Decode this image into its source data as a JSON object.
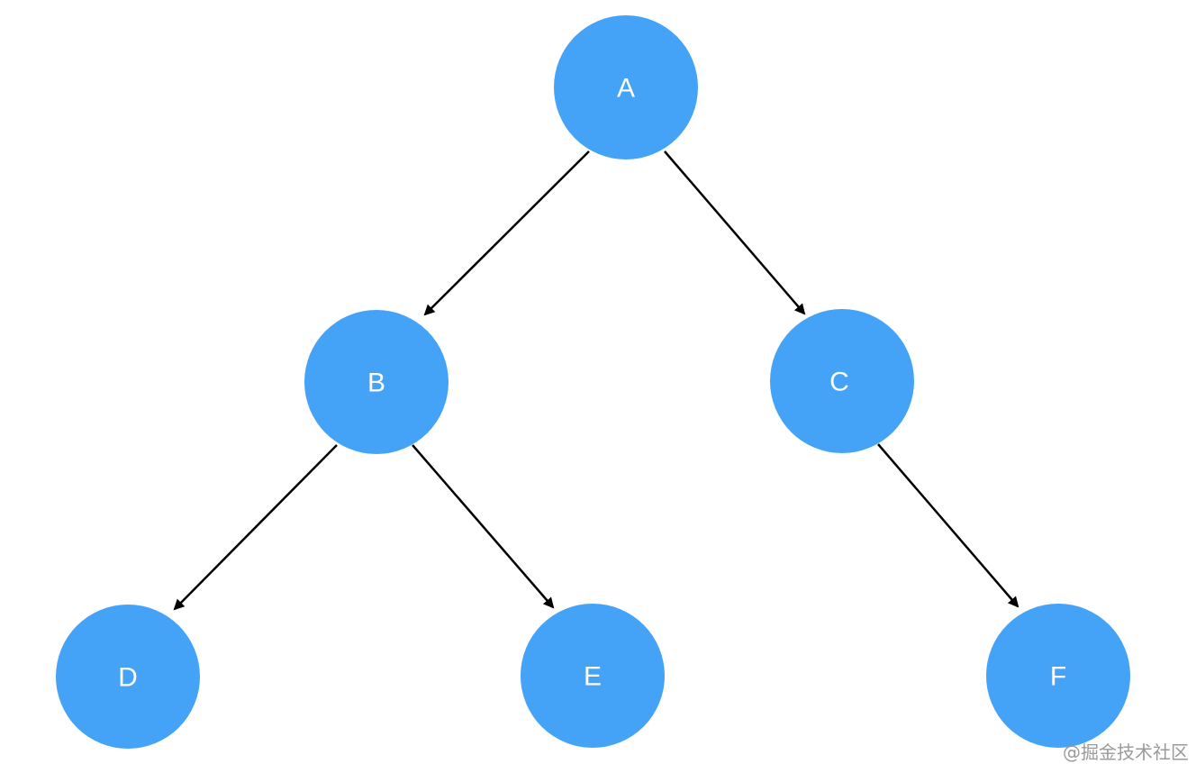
{
  "diagram": {
    "type": "binary-tree",
    "node_color": "#45a3f7",
    "edge_color": "#000000",
    "label_color": "#ffffff",
    "nodes": [
      {
        "id": "A",
        "label": "A"
      },
      {
        "id": "B",
        "label": "B"
      },
      {
        "id": "C",
        "label": "C"
      },
      {
        "id": "D",
        "label": "D"
      },
      {
        "id": "E",
        "label": "E"
      },
      {
        "id": "F",
        "label": "F"
      }
    ],
    "edges": [
      {
        "from": "A",
        "to": "B"
      },
      {
        "from": "A",
        "to": "C"
      },
      {
        "from": "B",
        "to": "D"
      },
      {
        "from": "B",
        "to": "E"
      },
      {
        "from": "C",
        "to": "F"
      }
    ]
  },
  "watermark": {
    "text": "@掘金技术社区"
  }
}
